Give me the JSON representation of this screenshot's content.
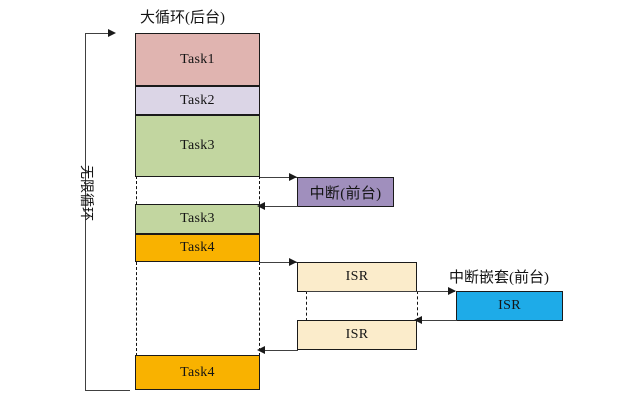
{
  "diagram": {
    "type": "foreground-background-system",
    "title_background": "大循环(后台)",
    "loop_label": "无限循环",
    "interrupt_label": "中断(前台)",
    "nested_interrupt_label": "中断嵌套(前台)"
  },
  "background_loop": {
    "blocks": [
      {
        "label": "Task1",
        "color": "#e0b4b0"
      },
      {
        "label": "Task2",
        "color": "#dbd5e6"
      },
      {
        "label": "Task3",
        "color": "#c2d6a0"
      },
      {
        "label": "Task3",
        "color": "#c2d6a0"
      },
      {
        "label": "Task4",
        "color": "#f9b200"
      },
      {
        "label": "Task4",
        "color": "#f9b200"
      }
    ]
  },
  "foreground": {
    "interrupt_box": {
      "label": "中断(前台)",
      "color": "#a08fbd"
    },
    "isr_boxes": [
      {
        "label": "ISR",
        "color": "#fbeccb"
      },
      {
        "label": "ISR",
        "color": "#fbeccb"
      }
    ],
    "nested_isr_box": {
      "label": "ISR",
      "color": "#1eabe8"
    }
  }
}
